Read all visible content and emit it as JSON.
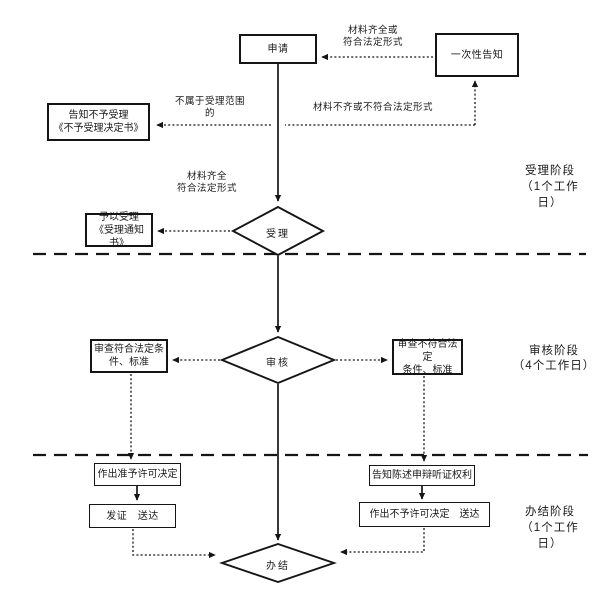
{
  "colors": {
    "ink": "#1a1a1a",
    "background": "#ffffff"
  },
  "nodes": {
    "apply": {
      "label": "申请"
    },
    "one_time_notice": {
      "label": "一次性告知"
    },
    "reject_notice": {
      "line1": "告知不予受理",
      "line2": "《不予受理决定书》"
    },
    "accept_notice": {
      "line1": "予以受理",
      "line2": "《受理通知书》"
    },
    "review_pass": {
      "line1": "审查符合法定条",
      "line2": "件、标准"
    },
    "review_fail": {
      "line1": "审查不符合法定",
      "line2": "条件、标准"
    },
    "grant_decision": {
      "label": "作出准予许可决定"
    },
    "issue_deliver": {
      "label": "发证　送达"
    },
    "inform_rights": {
      "label": "告知陈述申辩听证权利"
    },
    "deny_decision": {
      "label": "作出不予许可决定　送达"
    }
  },
  "decisions": {
    "accept": {
      "label": "受理"
    },
    "review": {
      "label": "审核"
    },
    "complete": {
      "label": "办结"
    }
  },
  "edge_labels": {
    "materials_ok_top": {
      "line1": "材料齐全或",
      "line2": "符合法定形式"
    },
    "not_in_scope": {
      "label": "不属于受理范围的"
    },
    "materials_incomplete": {
      "label": "材料不齐或不符合法定形式"
    },
    "materials_ok_mid": {
      "line1": "材料齐全",
      "line2": "符合法定形式"
    }
  },
  "stages": {
    "accept": {
      "line1": "受理阶段",
      "line2": "（1个工作",
      "line3": "日）"
    },
    "review": {
      "line1": "审核阶段",
      "line2": "（4个工作日）"
    },
    "complete": {
      "line1": "办结阶段",
      "line2": "（1个工作",
      "line3": "日）"
    }
  }
}
